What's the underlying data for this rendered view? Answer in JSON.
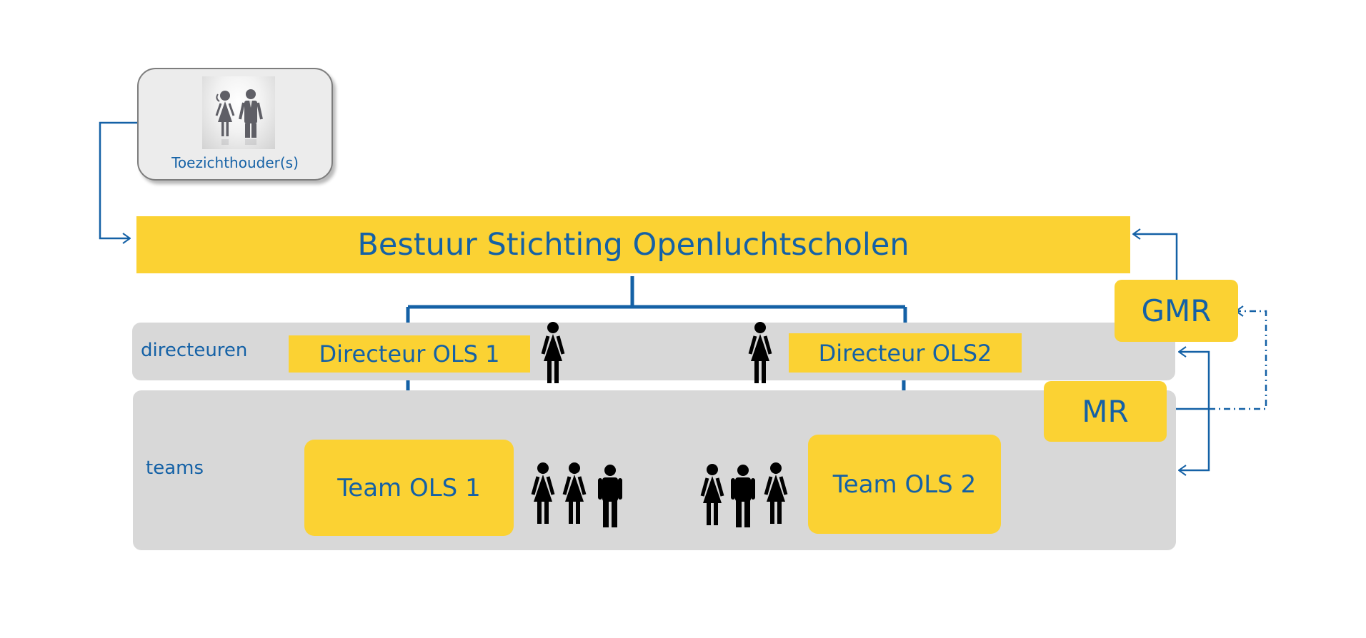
{
  "supervisor": {
    "label": "Toezichthouder(s)"
  },
  "board": {
    "label": "Bestuur Stichting Openluchtscholen"
  },
  "rows": {
    "directors": "directeuren",
    "teams": "teams"
  },
  "directors": [
    {
      "label": "Directeur OLS 1"
    },
    {
      "label": "Directeur OLS2"
    }
  ],
  "teams": [
    {
      "label": "Team OLS 1"
    },
    {
      "label": "Team OLS 2"
    }
  ],
  "councils": {
    "gmr": "GMR",
    "mr": "MR"
  },
  "colors": {
    "accent_blue": "#1461a6",
    "box_yellow": "#fbd233",
    "band_grey": "#d8d8d8"
  },
  "icons": [
    "supervisors-icon",
    "female-person-icon",
    "male-person-icon"
  ]
}
